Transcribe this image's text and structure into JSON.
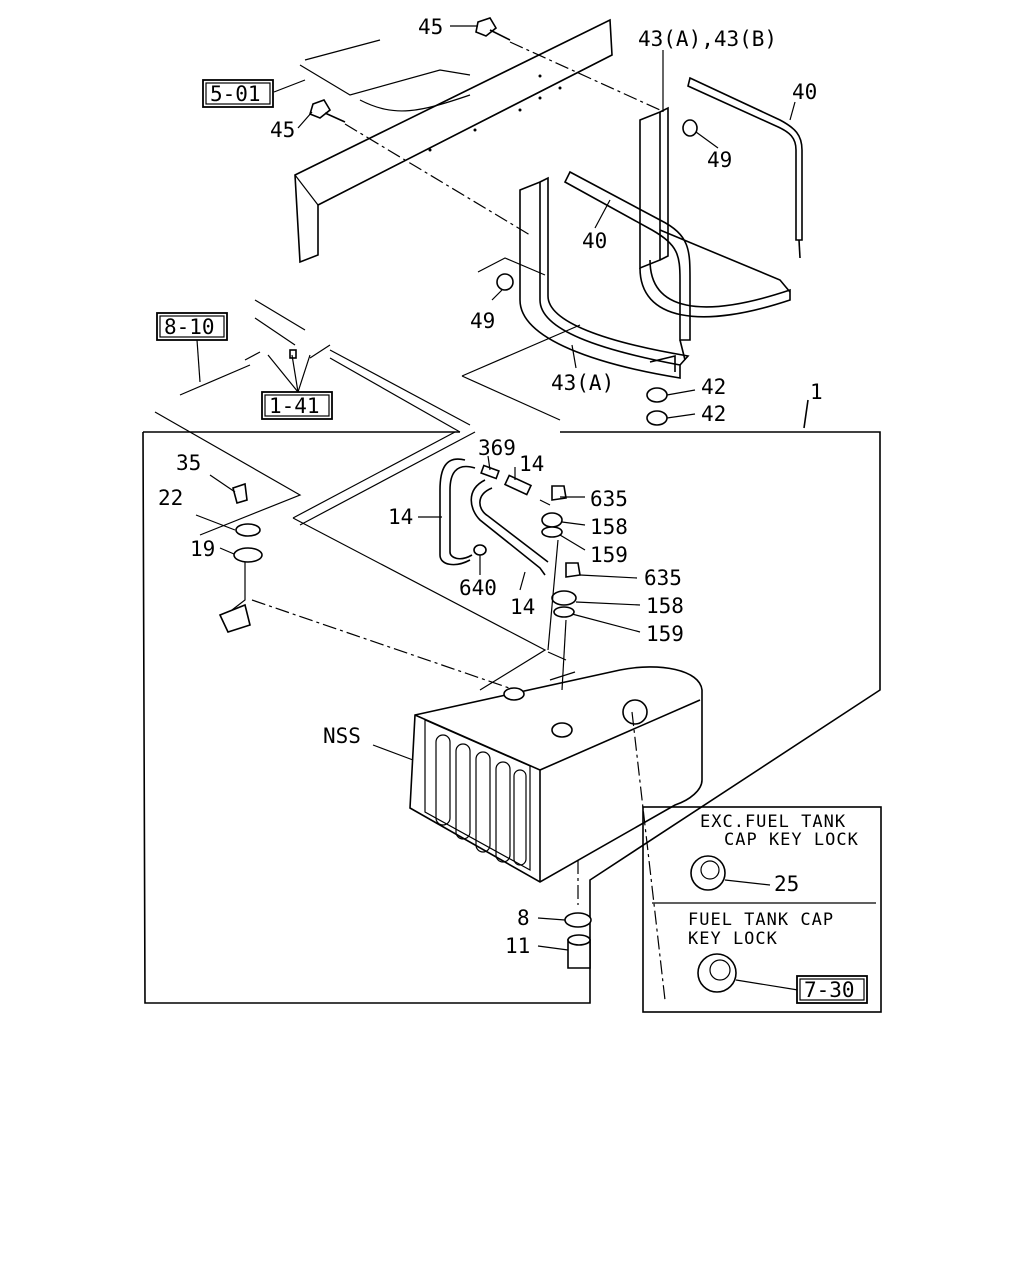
{
  "callouts": {
    "p45_top": "45",
    "p45_left": "45",
    "p43_ab": "43(A),43(B)",
    "p40_right": "40",
    "p40_mid": "40",
    "p49_right": "49",
    "p49_left": "49",
    "p43a": "43(A)",
    "p42_a": "42",
    "p42_b": "42",
    "p1": "1",
    "p369": "369",
    "p14_a": "14",
    "p14_b": "14",
    "p14_c": "14",
    "p635_a": "635",
    "p158_a": "158",
    "p159_a": "159",
    "p635_b": "635",
    "p158_b": "158",
    "p159_b": "159",
    "p640": "640",
    "p35": "35",
    "p22": "22",
    "p19": "19",
    "nss": "NSS",
    "p8": "8",
    "p11": "11",
    "p25": "25"
  },
  "refs": {
    "r501": "5-01",
    "r810": "8-10",
    "r141": "1-41",
    "r730": "7-30"
  },
  "inset": {
    "exc_line1": "EXC.FUEL TANK",
    "exc_line2": "CAP KEY LOCK",
    "key_line1": "FUEL TANK CAP",
    "key_line2": "KEY LOCK"
  }
}
